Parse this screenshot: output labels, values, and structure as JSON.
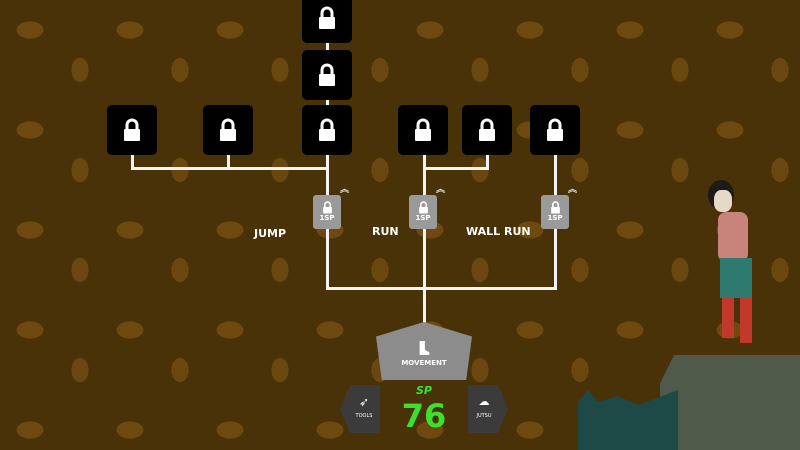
{
  "skill_tree": {
    "category": "MOVEMENT",
    "branches": [
      {
        "name": "JUMP",
        "cost": "1SP"
      },
      {
        "name": "RUN",
        "cost": "1SP"
      },
      {
        "name": "WALL RUN",
        "cost": "1SP"
      }
    ]
  },
  "sp": {
    "label": "SP",
    "value": "76"
  },
  "nav": {
    "left": "TOOLS",
    "right": "JUTSU"
  },
  "colors": {
    "sp_green": "#3be12a",
    "node_locked": "#000000",
    "node_available": "#9a9a9a"
  }
}
